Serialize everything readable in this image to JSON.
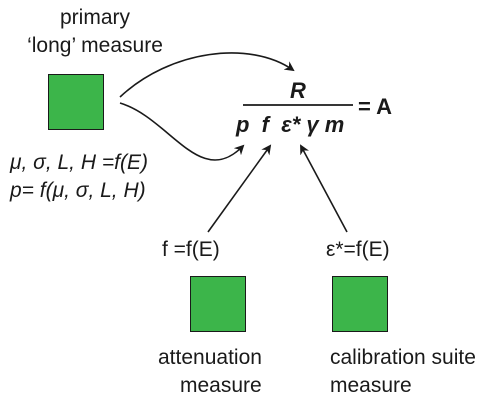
{
  "colors": {
    "box_fill": "#3cb54a",
    "ink": "#1a1a1a"
  },
  "primary": {
    "title_line1": "primary",
    "title_line2": "‘long’ measure",
    "eq_line1": "μ, σ, L, H =f(E)",
    "eq_line2": "p= f(μ, σ, L, H)"
  },
  "equation": {
    "numerator": "R",
    "denominator": "p  f  ε* γ m",
    "result": "= A"
  },
  "attenuation": {
    "relation": "f =f(E)",
    "label_line1": "attenuation",
    "label_line2": "measure"
  },
  "calibration": {
    "relation": "ε*=f(E)",
    "label_line1": "calibration suite",
    "label_line2": "measure"
  }
}
